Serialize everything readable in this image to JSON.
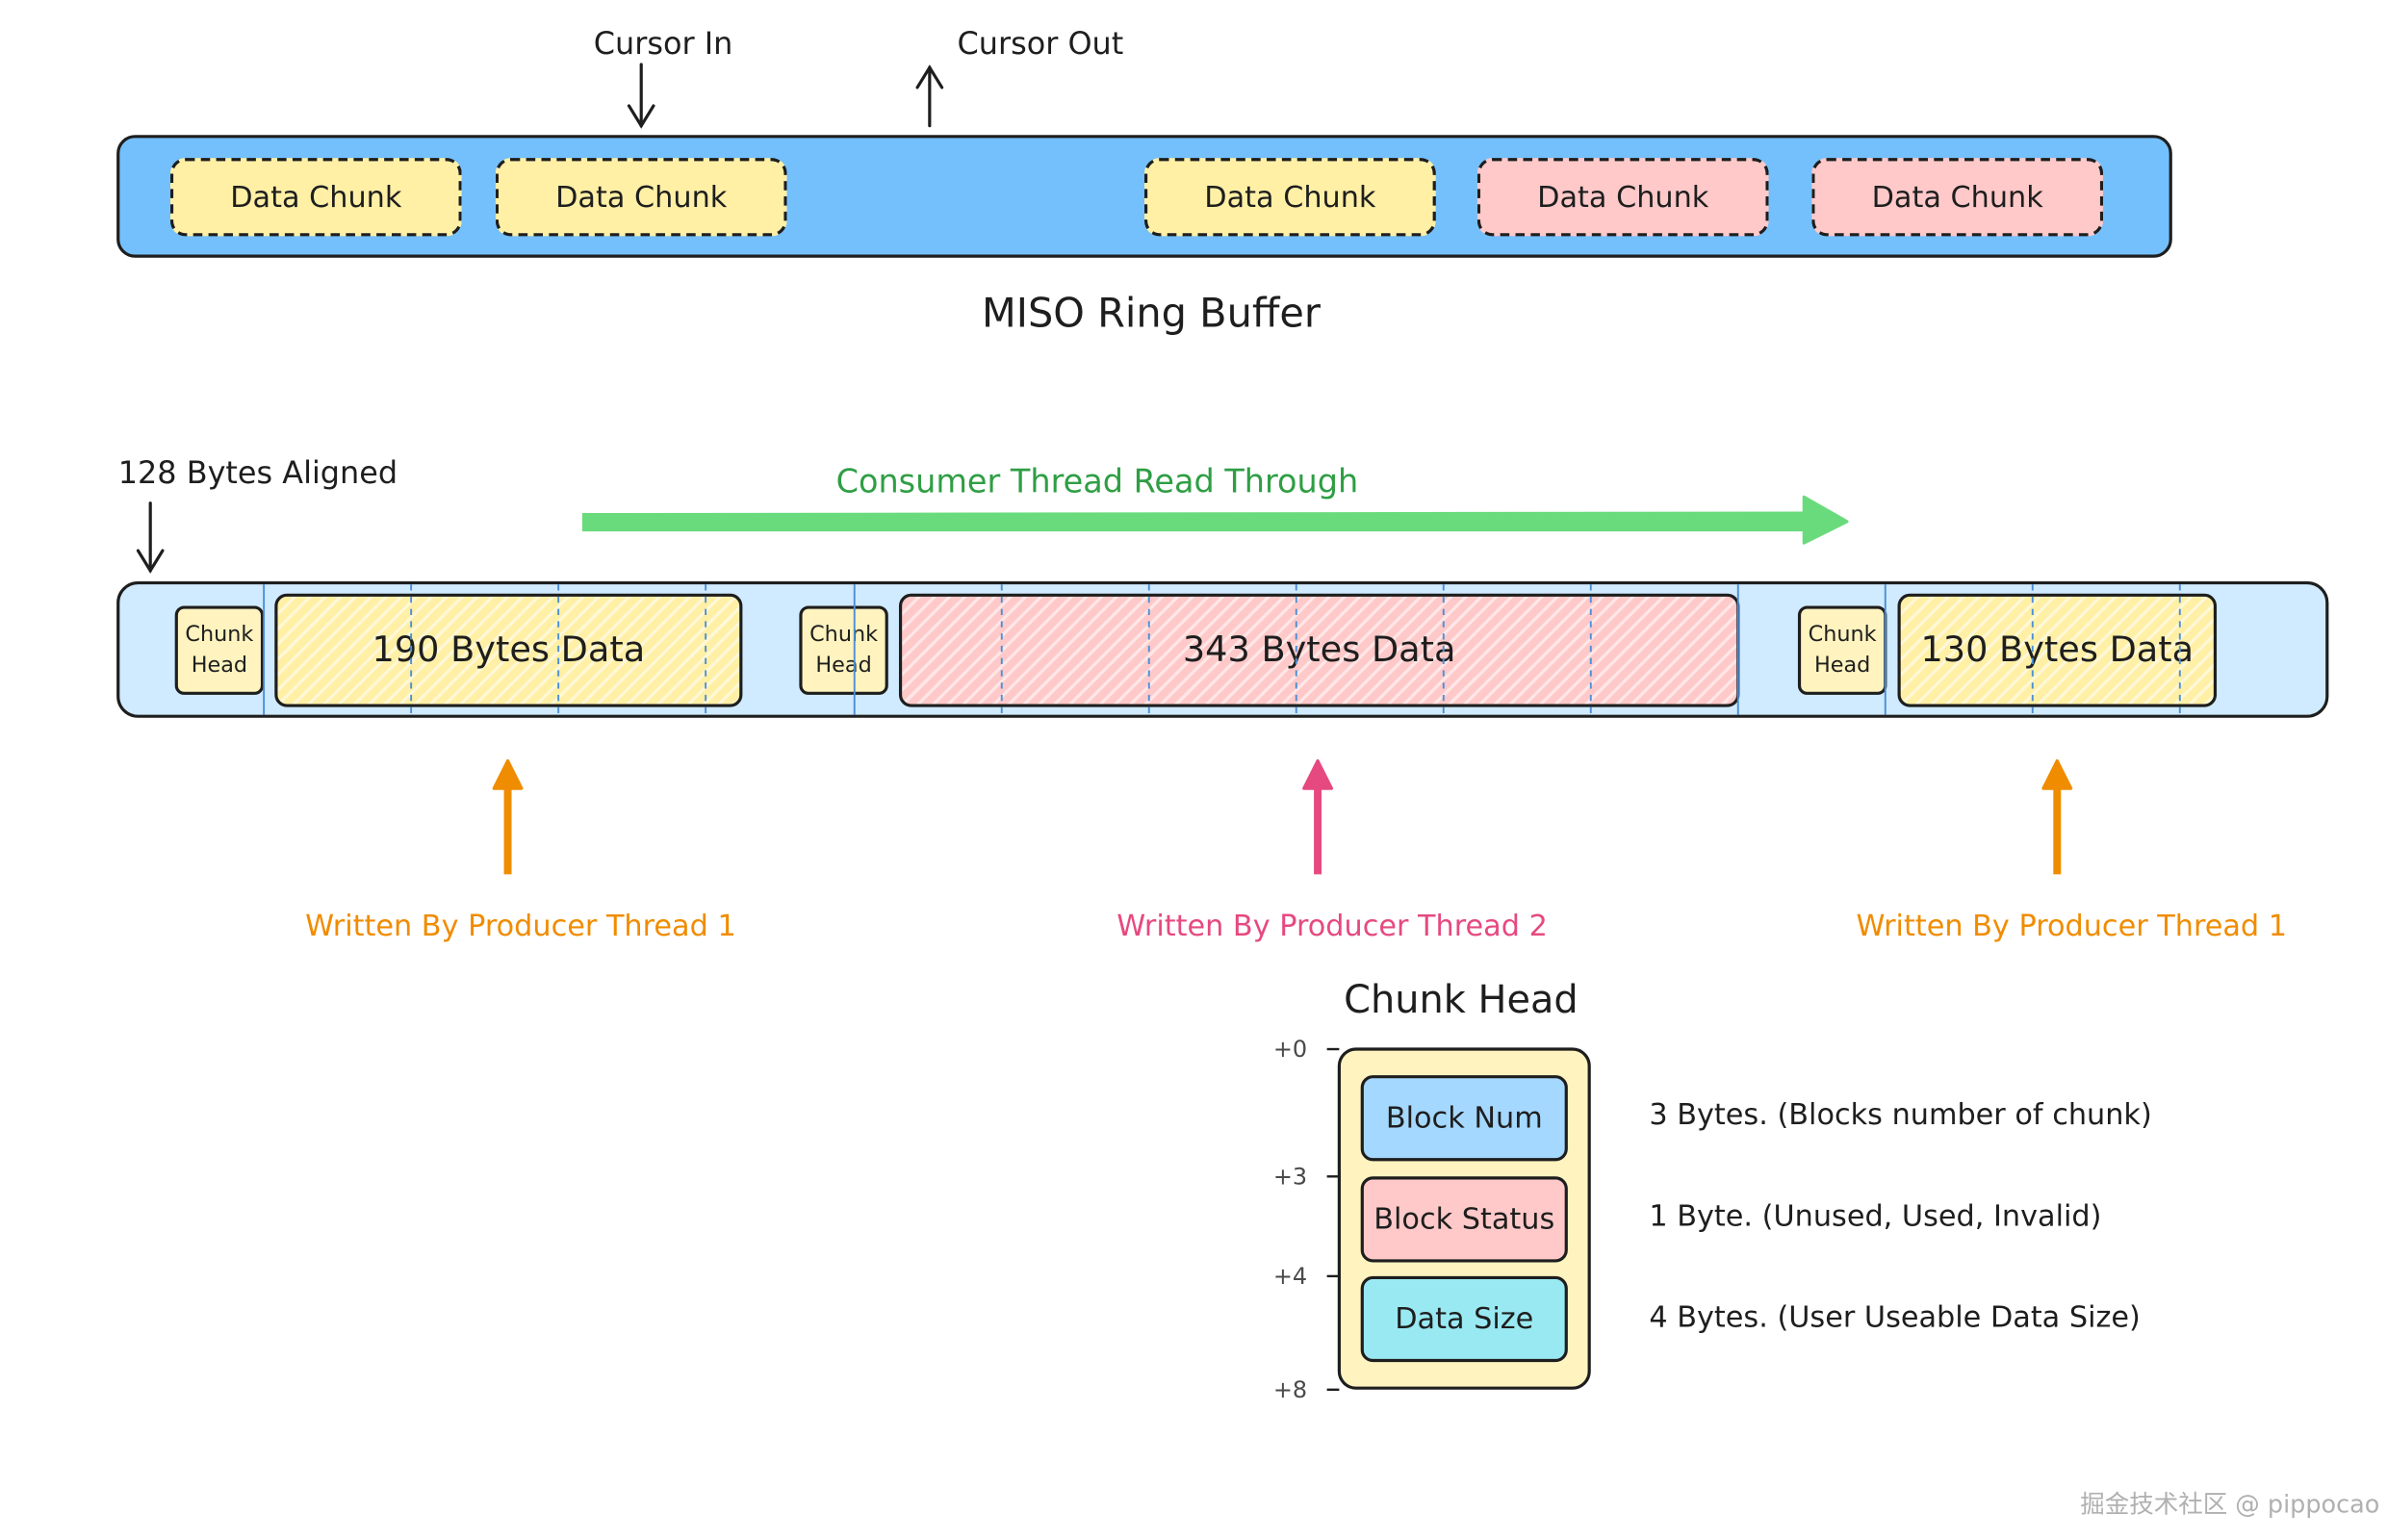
{
  "ring_buffer": {
    "title": "MISO Ring Buffer",
    "cursor_in": "Cursor In",
    "cursor_out": "Cursor Out",
    "chunks": [
      {
        "label": "Data Chunk",
        "state": "written"
      },
      {
        "label": "Data Chunk",
        "state": "written"
      },
      {
        "label": "Data Chunk",
        "state": "written"
      },
      {
        "label": "Data Chunk",
        "state": "reading"
      },
      {
        "label": "Data Chunk",
        "state": "reading"
      }
    ]
  },
  "aligned_note": "128 Bytes Aligned",
  "consumer": {
    "label": "Consumer Thread Read Through"
  },
  "memory": {
    "segments": [
      {
        "head": [
          "Chunk",
          "Head"
        ],
        "data": "190 Bytes Data",
        "producer": "Written By Producer Thread 1"
      },
      {
        "head": [
          "Chunk",
          "Head"
        ],
        "data": "343 Bytes Data",
        "producer": "Written By Producer Thread 2"
      },
      {
        "head": [
          "Chunk",
          "Head"
        ],
        "data": "130 Bytes Data",
        "producer": "Written By Producer Thread 1"
      }
    ]
  },
  "chunk_head": {
    "title": "Chunk Head",
    "offsets": [
      "+0",
      "+3",
      "+4",
      "+8"
    ],
    "fields": [
      {
        "name": "Block Num",
        "desc": "3 Bytes. (Blocks number of chunk)"
      },
      {
        "name": "Block Status",
        "desc": "1 Byte. (Unused, Used, Invalid)"
      },
      {
        "name": "Data Size",
        "desc": "4 Bytes. (User Useable Data Size)"
      }
    ]
  },
  "watermark": "掘金技术社区 @ pippocao",
  "colors": {
    "ring_fill": "#74c0fc",
    "mem_fill": "#d0ebff",
    "yellow": "#fff0a6",
    "pink": "#ffc9c9",
    "green_arrow": "#69db7c",
    "green_text": "#2f9e44",
    "orange": "#f08c00",
    "magenta": "#e64980",
    "block_num": "#a5d8ff",
    "block_status": "#ffc9c9",
    "data_size": "#99e9f2"
  }
}
